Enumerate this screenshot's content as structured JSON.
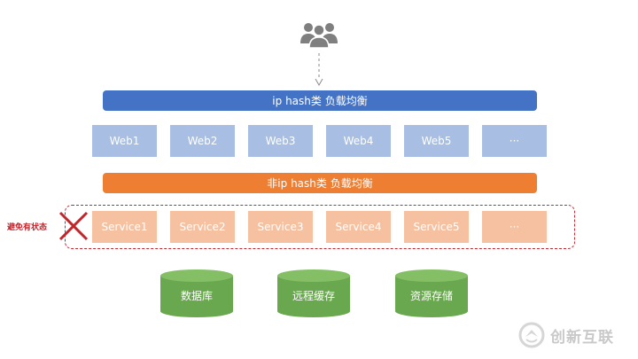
{
  "top_bar": {
    "label": "ip hash类 负载均衡"
  },
  "web_nodes": [
    "Web1",
    "Web2",
    "Web3",
    "Web4",
    "Web5",
    "···"
  ],
  "middle_bar": {
    "label": "非ip hash类 负载均衡"
  },
  "service_nodes": [
    "Service1",
    "Service2",
    "Service3",
    "Service4",
    "Service5",
    "···"
  ],
  "stateful_note": "避免有状态",
  "storage": [
    "数据库",
    "远程缓存",
    "资源存储"
  ],
  "watermark": {
    "text": "创新互联"
  },
  "colors": {
    "blue_bar": "#4473c5",
    "web_box": "#a8bfe3",
    "orange_bar": "#ee7f32",
    "service_box": "#f6c1a0",
    "storage_green": "#6aa84f",
    "warning_red": "#c0262c"
  },
  "icons": {
    "users": "users-group-icon",
    "cross": "cross-mark-icon",
    "logo": "company-logo-icon"
  }
}
